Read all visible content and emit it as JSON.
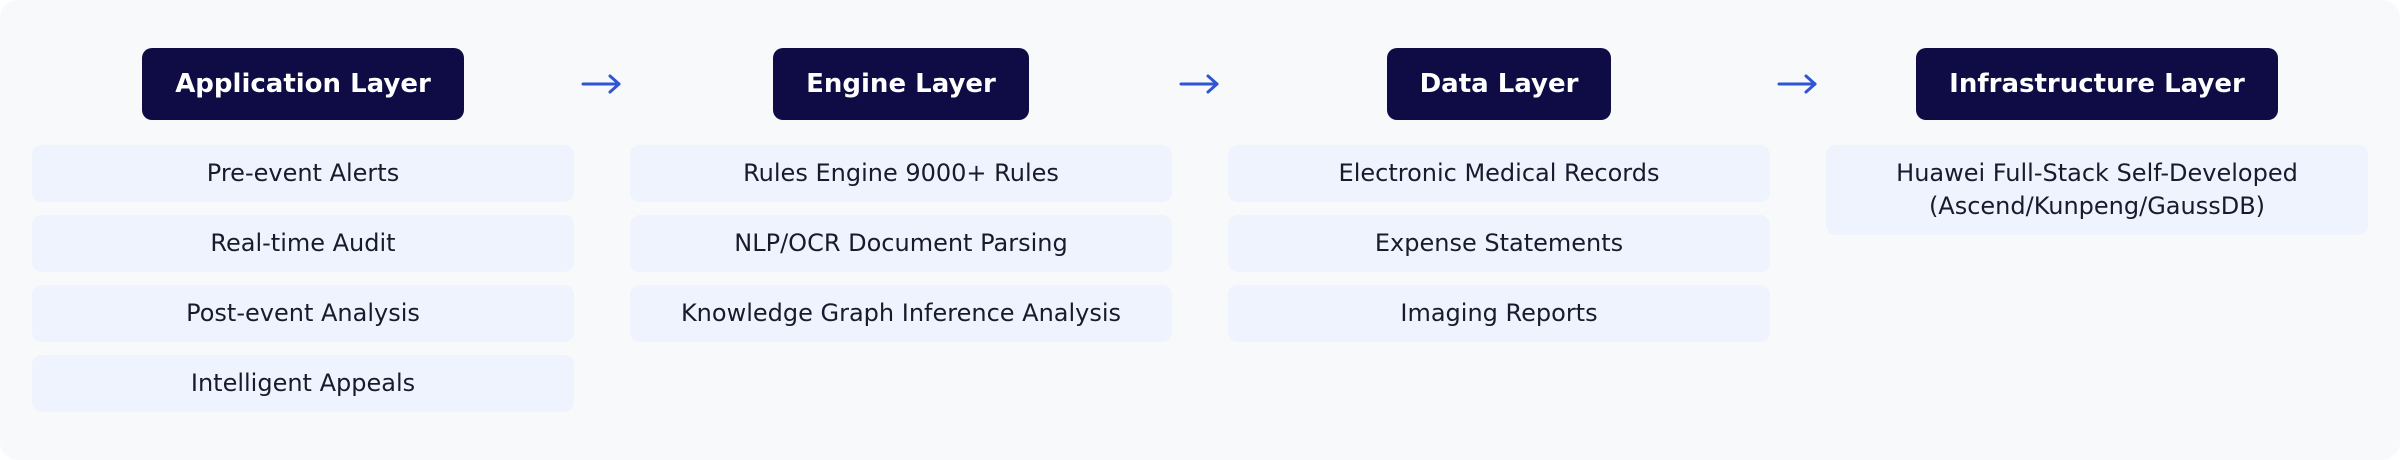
{
  "layers": [
    {
      "title": "Application Layer",
      "items": [
        "Pre-event Alerts",
        "Real-time Audit",
        "Post-event Analysis",
        "Intelligent Appeals"
      ]
    },
    {
      "title": "Engine Layer",
      "items": [
        "Rules Engine 9000+ Rules",
        "NLP/OCR Document Parsing",
        "Knowledge Graph Inference Analysis"
      ]
    },
    {
      "title": "Data Layer",
      "items": [
        "Electronic Medical Records",
        "Expense Statements",
        "Imaging Reports"
      ]
    },
    {
      "title": "Infrastructure Layer",
      "items": [
        "Huawei Full-Stack Self-Developed (Ascend/Kunpeng/GaussDB)"
      ]
    }
  ],
  "colors": {
    "title_bg": "#0f0c45",
    "item_bg": "#eef3fd",
    "arrow": "#2f55d4"
  },
  "icons": [
    "arrow-right-icon"
  ]
}
